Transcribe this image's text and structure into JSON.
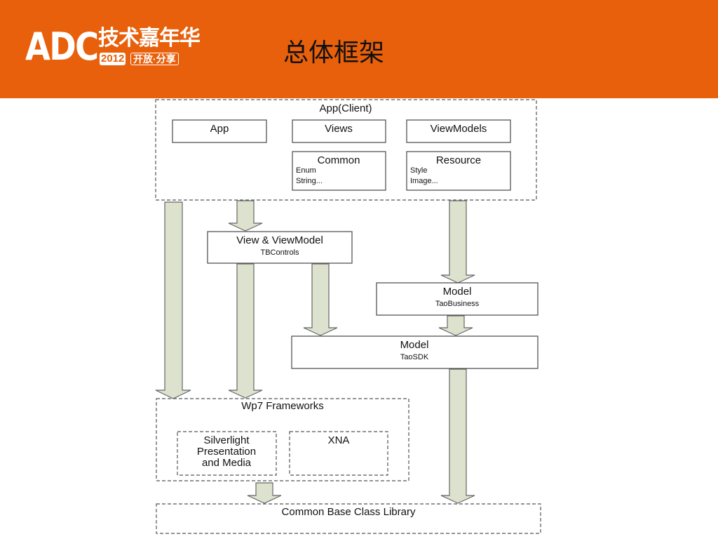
{
  "header": {
    "logo": {
      "brand": "ADC",
      "event": "技术嘉年华",
      "year": "2012",
      "slogan": "开放·分享"
    },
    "title": "总体框架"
  },
  "colors": {
    "header_bg": "#e8600c",
    "arrow_fill": "#dde2cf",
    "box_stroke": "#555555"
  },
  "diagram": {
    "client_group": {
      "label": "App(Client)"
    },
    "app": {
      "label": "App"
    },
    "views": {
      "label": "Views"
    },
    "viewmodels": {
      "label": "ViewModels"
    },
    "common": {
      "label": "Common",
      "items": [
        "Enum",
        "String..."
      ]
    },
    "resource": {
      "label": "Resource",
      "items": [
        "Style",
        "Image..."
      ]
    },
    "view_viewmodel": {
      "label": "View & ViewModel",
      "sub": "TBControls"
    },
    "model_business": {
      "label": "Model",
      "sub": "TaoBusiness"
    },
    "model_sdk": {
      "label": "Model",
      "sub": "TaoSDK"
    },
    "frameworks_group": {
      "label": "Wp7 Frameworks"
    },
    "silverlight": {
      "lines": [
        "Silverlight",
        "Presentation",
        "and Media"
      ]
    },
    "xna": {
      "label": "XNA"
    },
    "base_library": {
      "label": "Common Base Class Library"
    }
  }
}
